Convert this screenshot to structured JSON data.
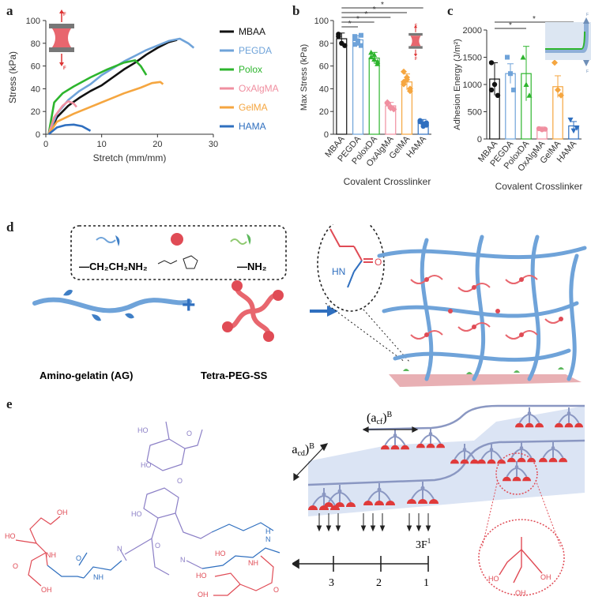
{
  "panels": {
    "a": "a",
    "b": "b",
    "c": "c",
    "d": "d",
    "e": "e"
  },
  "colors": {
    "MBAA": "#111111",
    "PEGDA": "#6fa3d9",
    "Polox": "#2db52d",
    "OxAlgMA": "#f08fa0",
    "GelMA": "#f5a640",
    "HAMA": "#2f6fbf"
  },
  "chart_data": [
    {
      "type": "line",
      "panel": "a",
      "xlabel": "Stretch (mm/mm)",
      "ylabel": "Stress (kPa)",
      "xlim": [
        0,
        30
      ],
      "ylim": [
        0,
        100
      ],
      "xticks": [
        "0",
        "10",
        "20",
        "30"
      ],
      "yticks": [
        "0",
        "20",
        "40",
        "60",
        "80",
        "100"
      ],
      "force_label": "F",
      "legend_placement": "right",
      "series": [
        {
          "name": "MBAA",
          "x": [
            0.5,
            2,
            4,
            6,
            8,
            10,
            12,
            14,
            16,
            18,
            20,
            22,
            23.5
          ],
          "y": [
            0,
            15,
            25,
            32,
            38,
            43,
            50,
            57,
            63,
            70,
            76,
            81,
            83
          ]
        },
        {
          "name": "PEGDA",
          "x": [
            0.5,
            2,
            4,
            6,
            8,
            10,
            12,
            14,
            16,
            18,
            20,
            22,
            24,
            25.5,
            26.5
          ],
          "y": [
            0,
            18,
            30,
            38,
            44,
            52,
            58,
            64,
            69,
            74,
            78,
            82,
            84,
            80,
            76
          ]
        },
        {
          "name": "Polox",
          "x": [
            0.5,
            1.5,
            3,
            5,
            8,
            11,
            14,
            16,
            17,
            18
          ],
          "y": [
            0,
            28,
            36,
            42,
            50,
            57,
            63,
            65,
            60,
            52
          ]
        },
        {
          "name": "OxAlgMA",
          "x": [
            0.5,
            1.5,
            3,
            4,
            5,
            5.5
          ],
          "y": [
            0,
            15,
            25,
            29,
            27,
            24
          ]
        },
        {
          "name": "GelMA",
          "x": [
            0.5,
            2,
            5,
            8,
            11,
            14,
            17,
            19,
            20.5,
            21
          ],
          "y": [
            0,
            11,
            18,
            24,
            30,
            36,
            41,
            45,
            46,
            44
          ]
        },
        {
          "name": "HAMA",
          "x": [
            0.5,
            2,
            3.5,
            5,
            6.5,
            8
          ],
          "y": [
            0,
            6,
            8,
            8.5,
            7,
            3
          ]
        }
      ]
    },
    {
      "type": "bar",
      "panel": "b",
      "ylabel": "Max Stress (kPa)",
      "xlabel": "Covalent  Crosslinker",
      "ylim": [
        0,
        100
      ],
      "yticks": [
        "0",
        "20",
        "40",
        "60",
        "80",
        "100"
      ],
      "categories": [
        "MBAA",
        "PEGDA",
        "PoloxDA",
        "OxAlgMA",
        "GelMA",
        "HAMA"
      ],
      "values": [
        84,
        83,
        67,
        25,
        46,
        10
      ],
      "errors": [
        5,
        4,
        5,
        3,
        7,
        3
      ],
      "points": [
        [
          88,
          80,
          78,
          86
        ],
        [
          86,
          80,
          78,
          84,
          82,
          87,
          79
        ],
        [
          72,
          66,
          62,
          68,
          70,
          64
        ],
        [
          28,
          24,
          22,
          27,
          23
        ],
        [
          55,
          48,
          40,
          44,
          50,
          38,
          46
        ],
        [
          12,
          9,
          8,
          11,
          7,
          10
        ]
      ],
      "significance": [
        "*",
        "*",
        "*",
        "*",
        "*"
      ],
      "force_label": "F"
    },
    {
      "type": "bar",
      "panel": "c",
      "ylabel": "Adhesion Energy (J/m²)",
      "xlabel": "Covalent  Crosslinker",
      "ylim": [
        0,
        2000
      ],
      "yticks": [
        "0",
        "500",
        "1000",
        "1500",
        "2000"
      ],
      "categories": [
        "MBAA",
        "PEGDA",
        "PoloxDA",
        "OxAlgMA",
        "GelMA",
        "HAMA"
      ],
      "values": [
        1100,
        1200,
        1200,
        180,
        960,
        240
      ],
      "errors": [
        300,
        180,
        500,
        40,
        200,
        80
      ],
      "points": [
        [
          1400,
          1000,
          800,
          900
        ],
        [
          1500,
          1200,
          900
        ],
        [
          1500,
          1000,
          800
        ],
        [
          190,
          170,
          180
        ],
        [
          1400,
          900,
          800
        ],
        [
          350,
          150,
          200
        ]
      ],
      "significance": [
        "*",
        "*"
      ],
      "force_label": "F"
    }
  ],
  "scheme_d": {
    "legend_formula_1": "—CH₂CH₂NH₂",
    "legend_formula_3": "—NH₂",
    "amide_label": "HN",
    "amide_o": "O",
    "plus": "+",
    "label_ag": "Amino-gelatin (AG)",
    "label_peg": "Tetra-PEG-SS"
  },
  "scheme_e": {
    "structure_labels": {
      "ho": "HO",
      "oh": "OH",
      "o": "O",
      "n": "N",
      "h": "H",
      "nh": "NH"
    },
    "acf_label": "(a",
    "acf_sub": "cf",
    "acf_sup": "B",
    "acd_label": "(a",
    "acd_sub": "cd",
    "acd_sup": "B",
    "f_label": "3F",
    "f_sup": "1",
    "axis_ticks": [
      "3",
      "2",
      "1"
    ]
  }
}
